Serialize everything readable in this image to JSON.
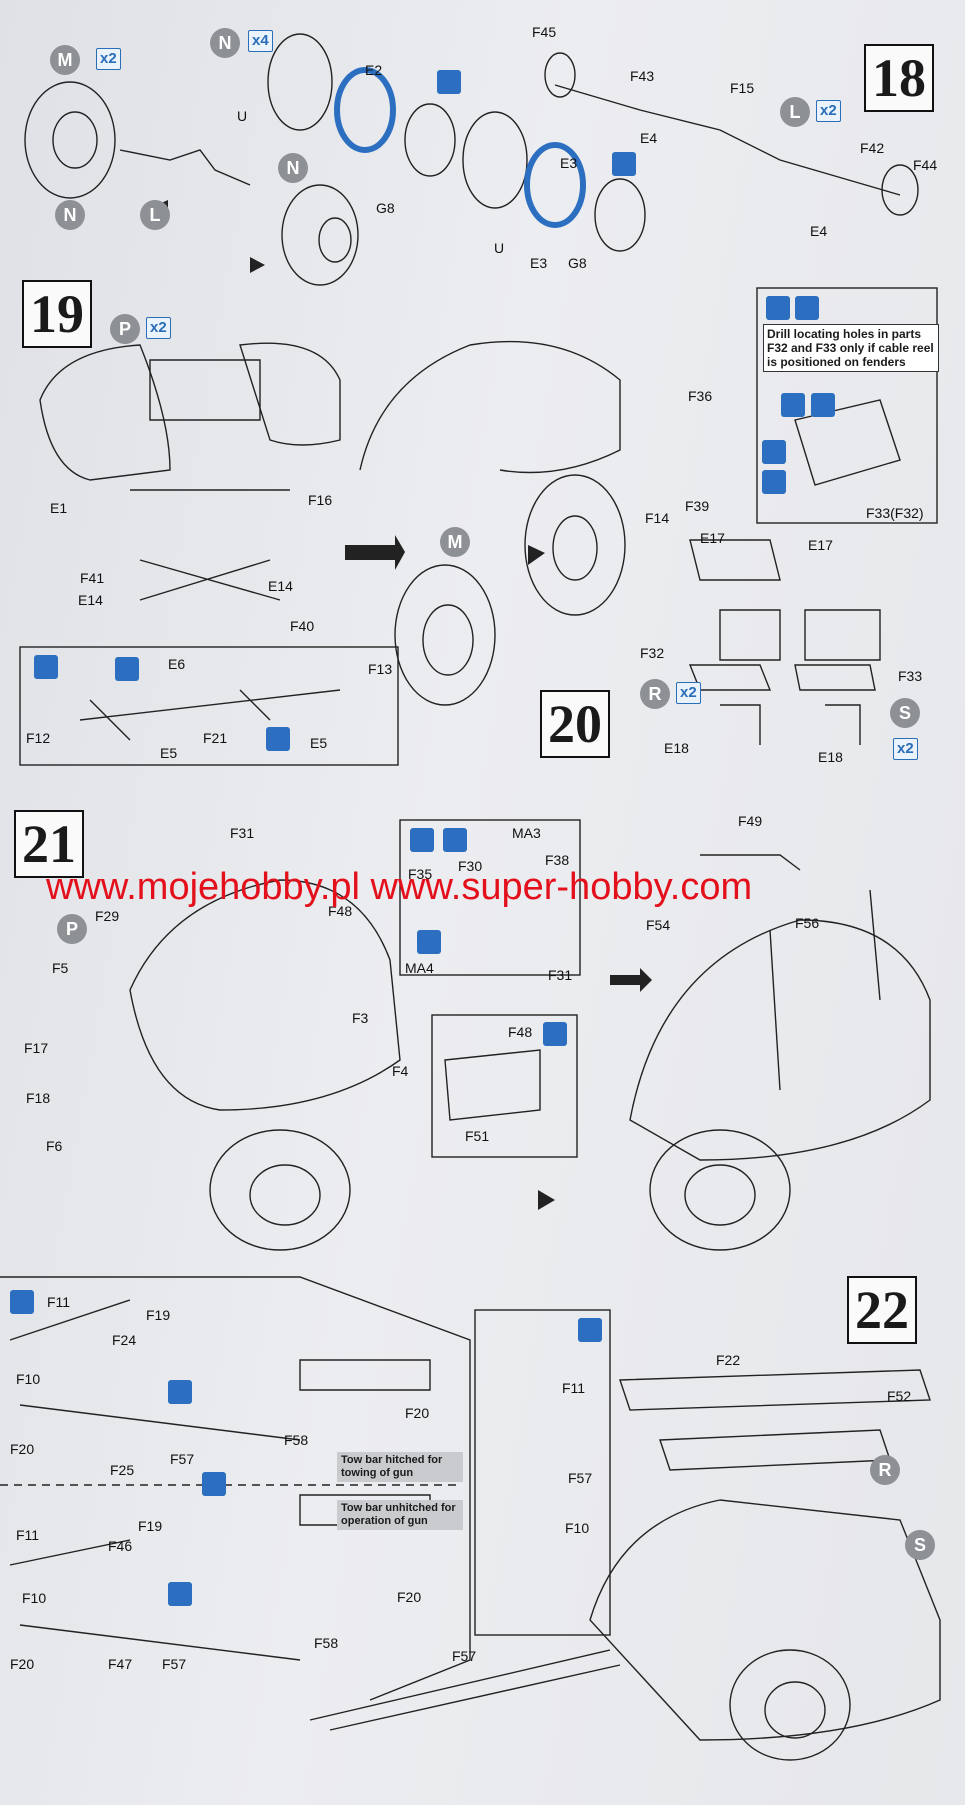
{
  "steps": {
    "s18": "18",
    "s19": "19",
    "s20": "20",
    "s21": "21",
    "s22": "22"
  },
  "markers": {
    "M": "M",
    "N": "N",
    "L": "L",
    "P": "P",
    "R": "R",
    "S": "S"
  },
  "quantities": {
    "x2": "x2",
    "x4": "x4"
  },
  "watermark": "www.mojehobby.pl www.super-hobby.com",
  "step18_labels": [
    "E2",
    "U",
    "G8",
    "E3",
    "U",
    "E3",
    "G8",
    "F45",
    "F43",
    "F15",
    "E4",
    "F42",
    "F44",
    "E4"
  ],
  "step19_labels": [
    "E1",
    "F16",
    "F41",
    "E14",
    "E14",
    "F40",
    "E6",
    "F13",
    "F12",
    "E5",
    "F21",
    "E5"
  ],
  "step20_labels": [
    "F36",
    "F14",
    "F39",
    "E17",
    "E17",
    "F32",
    "F33",
    "E18",
    "E18",
    "F33(F32)"
  ],
  "step21_labels": [
    "F31",
    "MA3",
    "F35",
    "F30",
    "F38",
    "MA4",
    "F31",
    "F29",
    "F48",
    "F5",
    "F3",
    "F17",
    "F4",
    "F18",
    "F6",
    "F48",
    "F51",
    "F49",
    "F54",
    "F56"
  ],
  "step22_labels": [
    "F11",
    "F19",
    "F24",
    "F10",
    "F20",
    "F25",
    "F57",
    "F58",
    "F20",
    "F11",
    "F19",
    "F46",
    "F10",
    "F20",
    "F47",
    "F57",
    "F58",
    "F20",
    "F11",
    "F57",
    "F10",
    "F22",
    "F52",
    "F57"
  ],
  "drill_note": "Drill locating holes in parts F32 and F33 only if cable reel is positioned on fenders",
  "tow_hitched": "Tow bar hitched for towing of gun",
  "tow_unhitched": "Tow bar unhitched for operation of gun",
  "colors": {
    "accent_blue": "#2c6fc0",
    "marker_grey": "#8d9095",
    "watermark_red": "#e3101b"
  },
  "icons": [
    "glue-icon",
    "cement-icon",
    "paint-icon",
    "option-icon",
    "select-icon"
  ]
}
